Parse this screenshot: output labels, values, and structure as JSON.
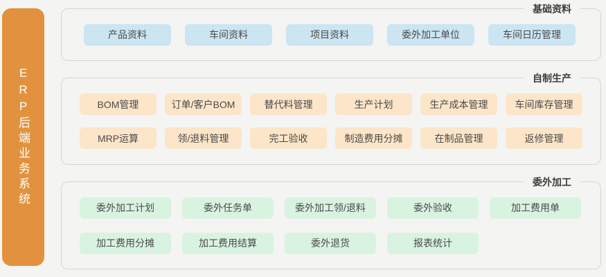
{
  "sidebar": {
    "title": "ERP后端业务系统"
  },
  "colors": {
    "page_bg": "#f4f4f2",
    "panel_border": "#d6d6d3",
    "sidebar_bg": "#e2923e",
    "sidebar_text": "#ffffff",
    "section_title_text": "#3d3d3d",
    "button_text": "#4a4a4a"
  },
  "sections": [
    {
      "id": "basic-data",
      "title": "基础资料",
      "button_bg": "#cbe5f2",
      "rows": [
        [
          "产品资料",
          "车间资料",
          "项目资料",
          "委外加工单位",
          "车间日历管理"
        ]
      ]
    },
    {
      "id": "in-house-production",
      "title": "自制生产",
      "button_bg": "#fce5c8",
      "rows": [
        [
          "BOM管理",
          "订单/客户BOM",
          "替代料管理",
          "生产计划",
          "生产成本管理",
          "车间库存管理"
        ],
        [
          "MRP运算",
          "领/退料管理",
          "完工验收",
          "制造费用分摊",
          "在制品管理",
          "返修管理"
        ]
      ]
    },
    {
      "id": "outsourced-processing",
      "title": "委外加工",
      "button_bg": "#d9f3e1",
      "rows": [
        [
          "委外加工计划",
          "委外任务单",
          "委外加工领/退料",
          "委外验收",
          "加工费用单"
        ],
        [
          "加工费用分摊",
          "加工费用结算",
          "委外退货",
          "报表统计"
        ]
      ]
    }
  ]
}
